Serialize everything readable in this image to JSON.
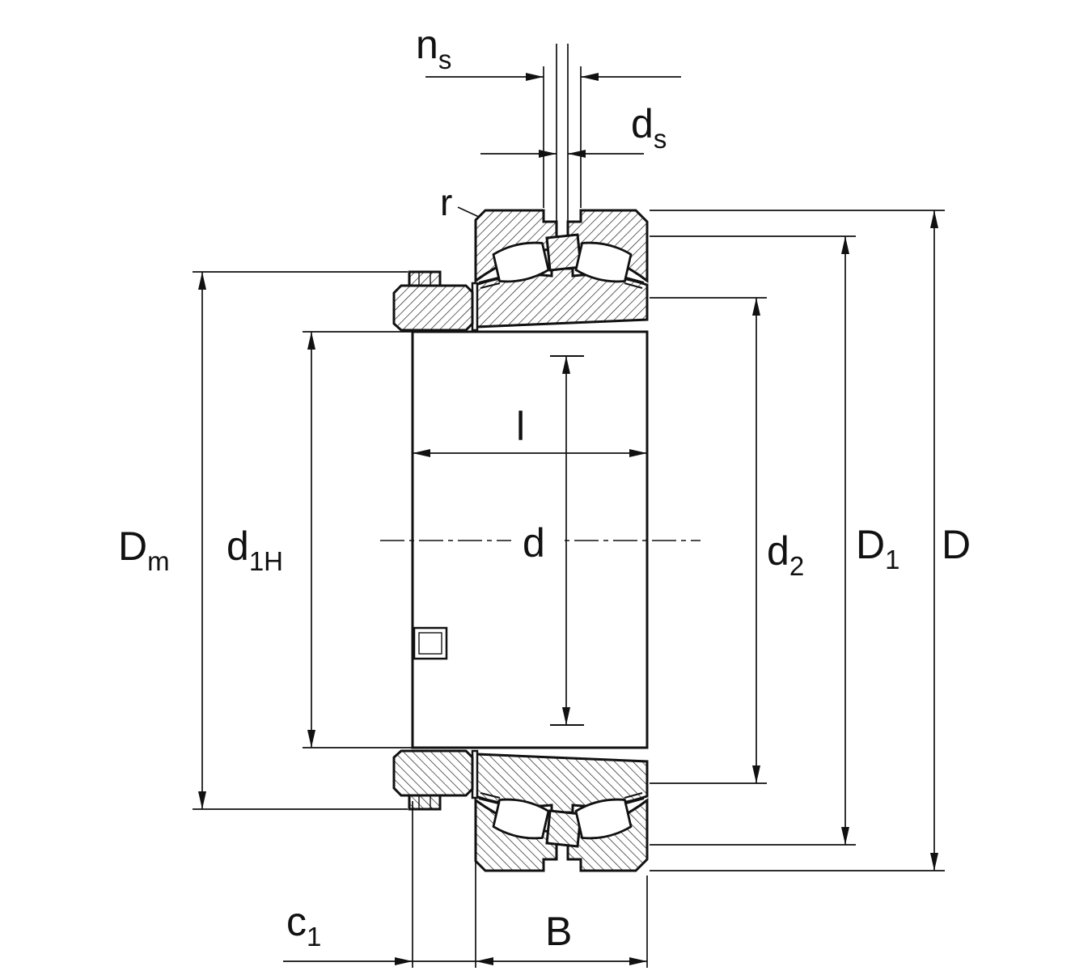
{
  "drawing": {
    "background": "#ffffff",
    "line_color": "#111111",
    "labels": {
      "ns": {
        "base": "n",
        "sub": "s"
      },
      "ds": {
        "base": "d",
        "sub": "s"
      },
      "r": "r",
      "l": "l",
      "d": "d",
      "Dm": {
        "base": "D",
        "sub": "m"
      },
      "d1H": {
        "base": "d",
        "sub": "1H"
      },
      "d2": {
        "base": "d",
        "sub": "2"
      },
      "D1": {
        "base": "D",
        "sub": "1"
      },
      "D": "D",
      "c1": {
        "base": "c",
        "sub": "1"
      },
      "B": "B"
    }
  }
}
